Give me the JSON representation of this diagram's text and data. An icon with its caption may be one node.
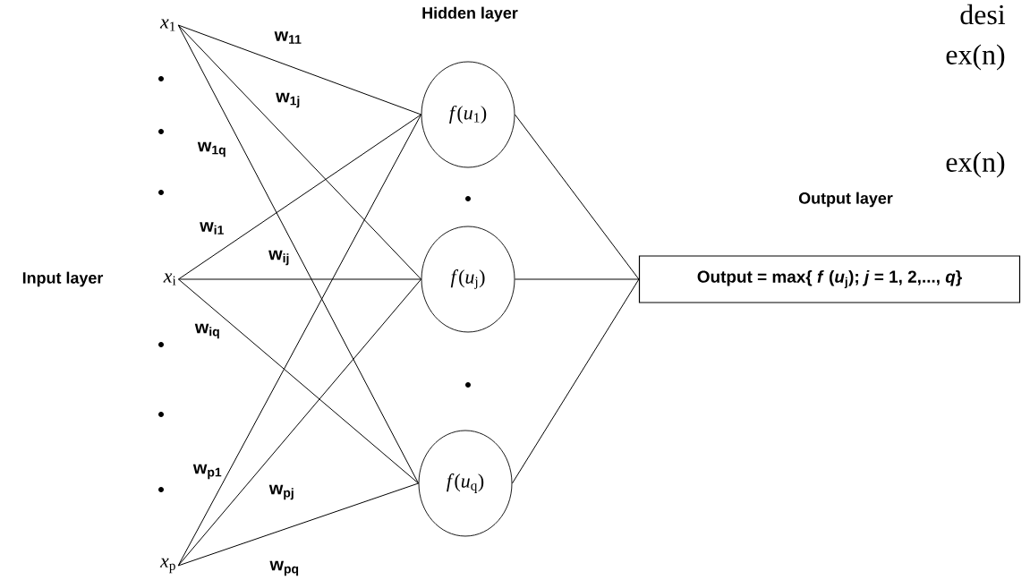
{
  "diagram": {
    "nodes": [
      {
        "text": [
          "*x*$_{1}$"
        ]
      },
      {
        "text": [
          "*x*$_{i}$"
        ]
      },
      {
        "text": [
          "*x*$_{p}$"
        ]
      },
      {
        "text": [
          "*f*(*u*$_{1}$)"
        ]
      },
      {
        "text": [
          "*f*(*u*$_{j}$)"
        ]
      },
      {
        "text": [
          "*f*(*u*$_{q}$)"
        ]
      },
      {
        "text": [
          "Output = max{ *f* (*u*$_{j}$); *j* = 1, 2,..., *q*}"
        ]
      }
    ],
    "edges": [
      {
        "from": 0,
        "to": 3,
        "arrow": "none",
        "label": "w$_{11}$"
      },
      {
        "from": 0,
        "to": 4,
        "arrow": "none",
        "label": "w$_{1j}$"
      },
      {
        "from": 0,
        "to": 5,
        "arrow": "none",
        "label": "w$_{1q}$"
      },
      {
        "from": 1,
        "to": 3,
        "arrow": "none",
        "label": "w$_{i1}$"
      },
      {
        "from": 1,
        "to": 4,
        "arrow": "none",
        "label": "w$_{ij}$"
      },
      {
        "from": 1,
        "to": 5,
        "arrow": "none",
        "label": "w$_{iq}$"
      },
      {
        "from": 2,
        "to": 3,
        "arrow": "none",
        "label": "w$_{p1}$"
      },
      {
        "from": 2,
        "to": 4,
        "arrow": "none",
        "label": "w$_{pj}$"
      },
      {
        "from": 2,
        "to": 5,
        "arrow": "none",
        "label": "w$_{pq}$"
      },
      {
        "from": 3,
        "to": 6,
        "arrow": "none"
      },
      {
        "from": 4,
        "to": 6,
        "arrow": "none"
      },
      {
        "from": 5,
        "to": 6,
        "arrow": "none"
      }
    ],
    "labels": [
      "Hidden layer",
      "desi",
      "ex(n)",
      "ex(n)",
      "Output layer",
      "Input layer"
    ]
  }
}
